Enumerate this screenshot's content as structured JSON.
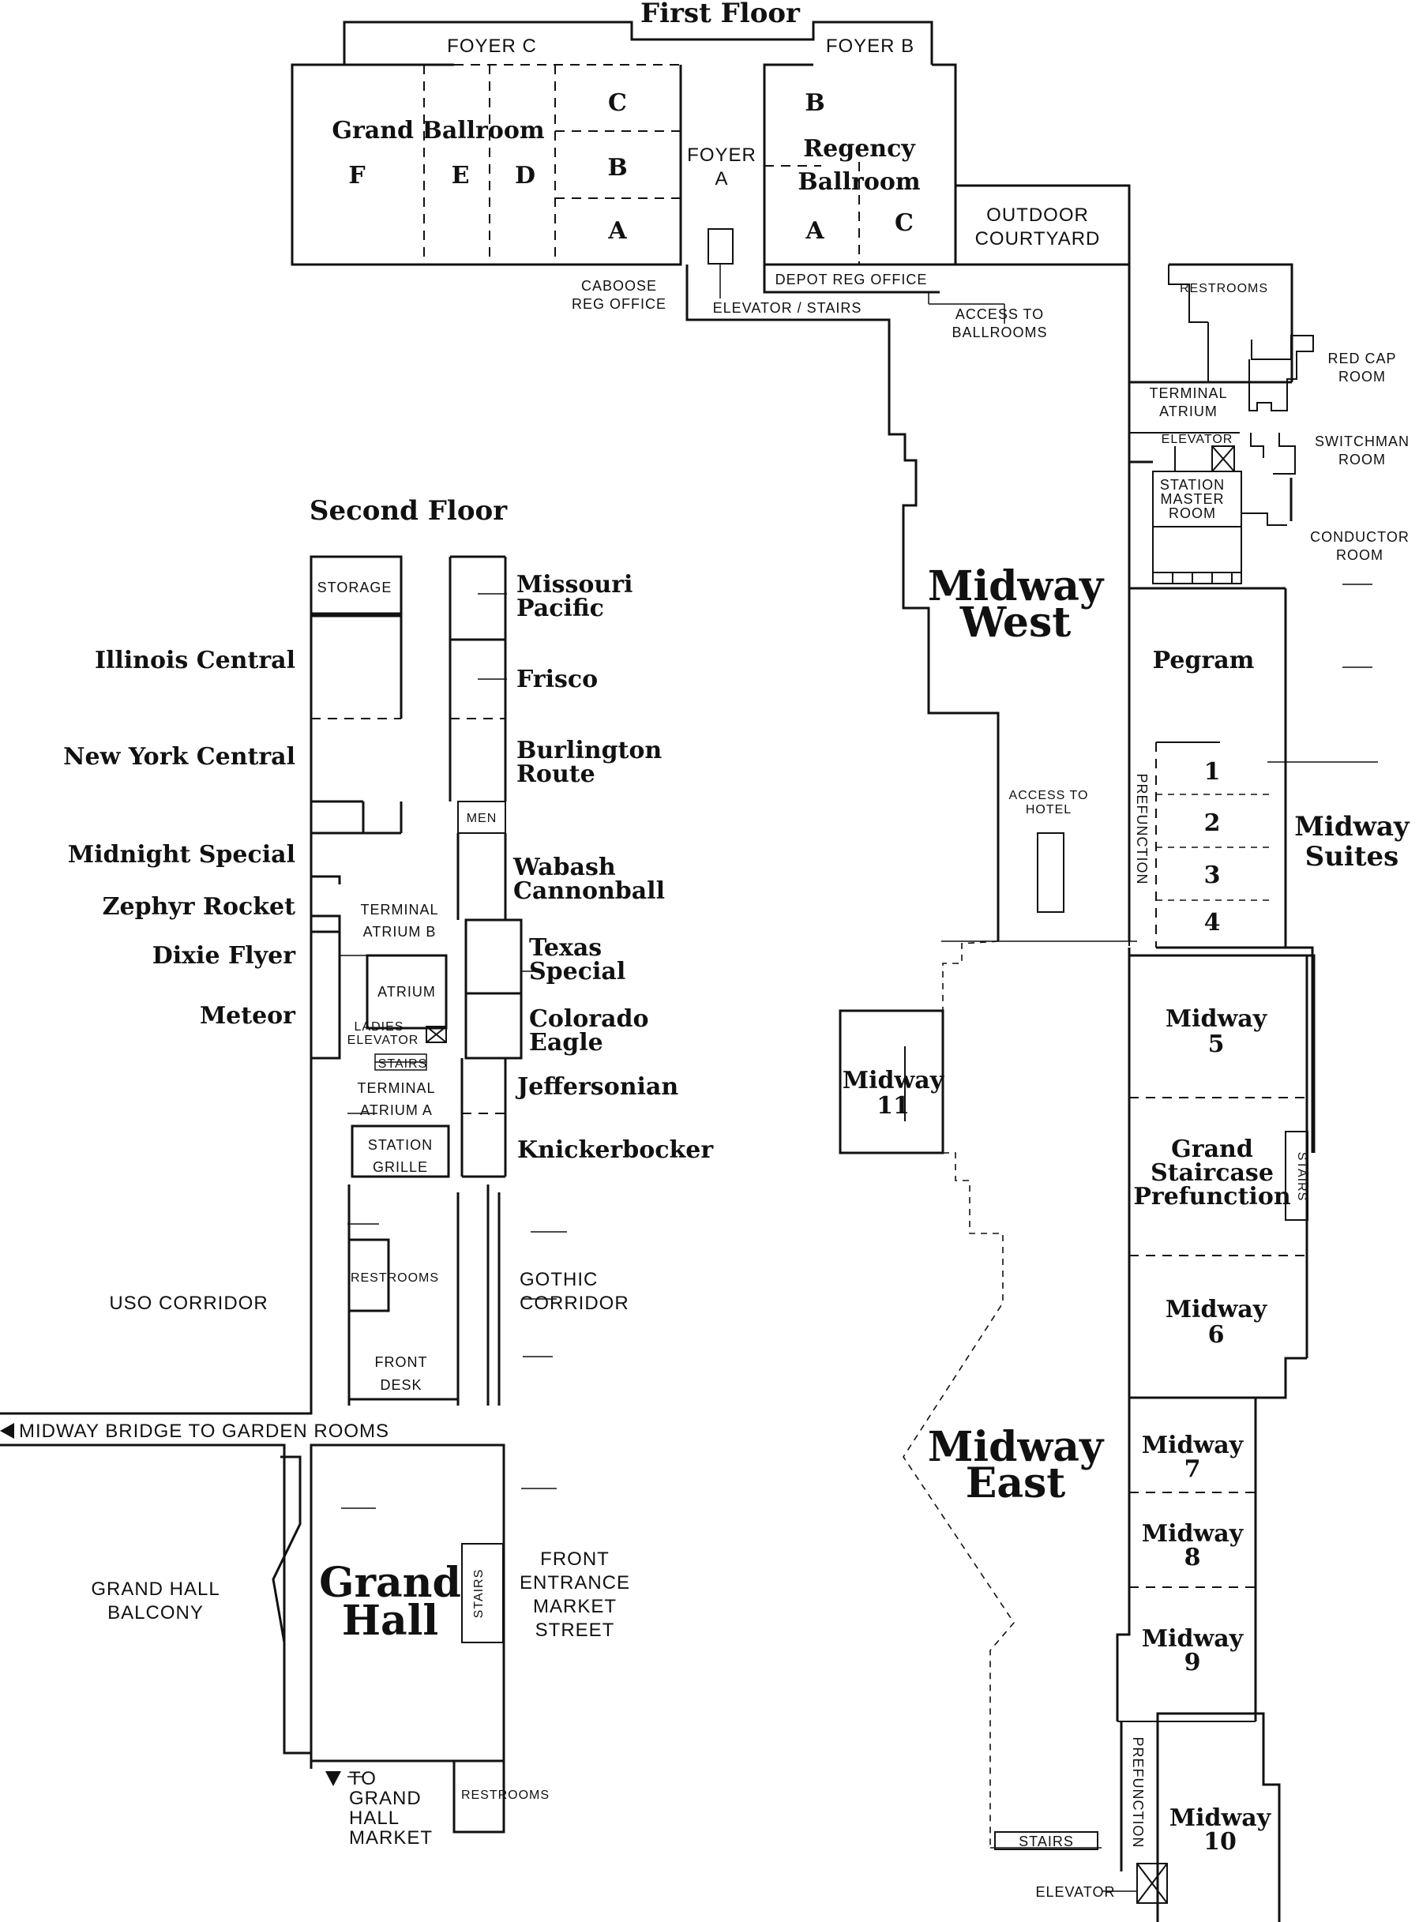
{
  "floors": {
    "first": "First Floor",
    "second": "Second Floor"
  },
  "first_floor": {
    "foyer_c": "FOYER C",
    "foyer_b": "FOYER B",
    "grand_ballroom": "Grand Ballroom",
    "ballroom_sections": {
      "f": "F",
      "e": "E",
      "d": "D",
      "c": "C",
      "b": "B",
      "a": "A"
    },
    "foyer_a": [
      "FOYER",
      "A"
    ],
    "regency_ballroom": [
      "Regency",
      "Ballroom"
    ],
    "regency_sections": {
      "b": "B",
      "a": "A",
      "c": "C"
    },
    "outdoor_courtyard": [
      "OUTDOOR",
      "COURTYARD"
    ],
    "caboose_reg_office": [
      "CABOOSE",
      "REG OFFICE"
    ],
    "elevator_stairs": "ELEVATOR / STAIRS",
    "depot_reg_office": "DEPOT REG OFFICE",
    "access_to_ballrooms": [
      "ACCESS TO",
      "BALLROOMS"
    ],
    "restrooms": "RESTROOMS",
    "red_cap_room": [
      "RED CAP",
      "ROOM"
    ],
    "terminal_atrium": [
      "TERMINAL",
      "ATRIUM"
    ],
    "elevator": "ELEVATOR",
    "switchman_room": [
      "SWITCHMAN",
      "ROOM"
    ],
    "station_master_room": [
      "STATION",
      "MASTER",
      "ROOM"
    ],
    "conductor_room": [
      "CONDUCTOR",
      "ROOM"
    ],
    "midway_west": [
      "Midway",
      "West"
    ],
    "pegram": "Pegram",
    "access_to_hotel": [
      "ACCESS TO",
      "HOTEL"
    ],
    "prefunction_upper": "PREFUNCTION",
    "suite_numbers": [
      "1",
      "2",
      "3",
      "4"
    ],
    "midway_suites": [
      "Midway",
      "Suites"
    ],
    "midway_5": [
      "Midway",
      "5"
    ],
    "midway_11": [
      "Midway",
      "11"
    ],
    "grand_staircase": [
      "Grand",
      "Staircase",
      "Prefunction"
    ],
    "stairs_right": "STAIRS",
    "midway_6": [
      "Midway",
      "6"
    ],
    "midway_east": [
      "Midway",
      "East"
    ],
    "midway_7": [
      "Midway",
      "7"
    ],
    "midway_8": [
      "Midway",
      "8"
    ],
    "midway_9": [
      "Midway",
      "9"
    ],
    "prefunction_lower": "PREFUNCTION",
    "midway_10": [
      "Midway",
      "10"
    ],
    "stairs_bottom": "STAIRS",
    "elevator_bottom": "ELEVATOR"
  },
  "second_floor": {
    "storage": "STORAGE",
    "missouri_pacific": [
      "Missouri",
      "Pacific"
    ],
    "illinois_central": "Illinois Central",
    "frisco": "Frisco",
    "new_york_central": "New York Central",
    "burlington_route": [
      "Burlington",
      "Route"
    ],
    "men": "MEN",
    "midnight_special": "Midnight Special",
    "wabash_cannonball": [
      "Wabash",
      "Cannonball"
    ],
    "zephyr_rocket": "Zephyr Rocket",
    "terminal_atrium_b": [
      "TERMINAL",
      "ATRIUM B"
    ],
    "dixie_flyer": "Dixie Flyer",
    "texas_special": [
      "Texas",
      "Special"
    ],
    "atrium": "ATRIUM",
    "meteor": "Meteor",
    "ladies": "LADIES",
    "elevator": "ELEVATOR",
    "colorado_eagle": [
      "Colorado",
      "Eagle"
    ],
    "stairs": "STAIRS",
    "terminal_atrium_a": [
      "TERMINAL",
      "ATRIUM A"
    ],
    "jeffersonian": "Jeffersonian",
    "station_grille": [
      "STATION",
      "GRILLE"
    ],
    "knickerbocker": "Knickerbocker",
    "restrooms_mid": "RESTROOMS",
    "uso_corridor": "USO CORRIDOR",
    "gothic_corridor": [
      "GOTHIC",
      "CORRIDOR"
    ],
    "front_desk": [
      "FRONT",
      "DESK"
    ],
    "midway_bridge": "MIDWAY BRIDGE TO GARDEN ROOMS",
    "grand_hall_balcony": [
      "GRAND HALL",
      "BALCONY"
    ],
    "grand_hall": [
      "Grand",
      "Hall"
    ],
    "stairs_hall": "STAIRS",
    "front_entrance": [
      "FRONT",
      "ENTRANCE",
      "MARKET",
      "STREET"
    ],
    "to_grand_hall_market": [
      "TO",
      "GRAND",
      "HALL",
      "MARKET"
    ],
    "restrooms_bottom": "RESTROOMS"
  }
}
